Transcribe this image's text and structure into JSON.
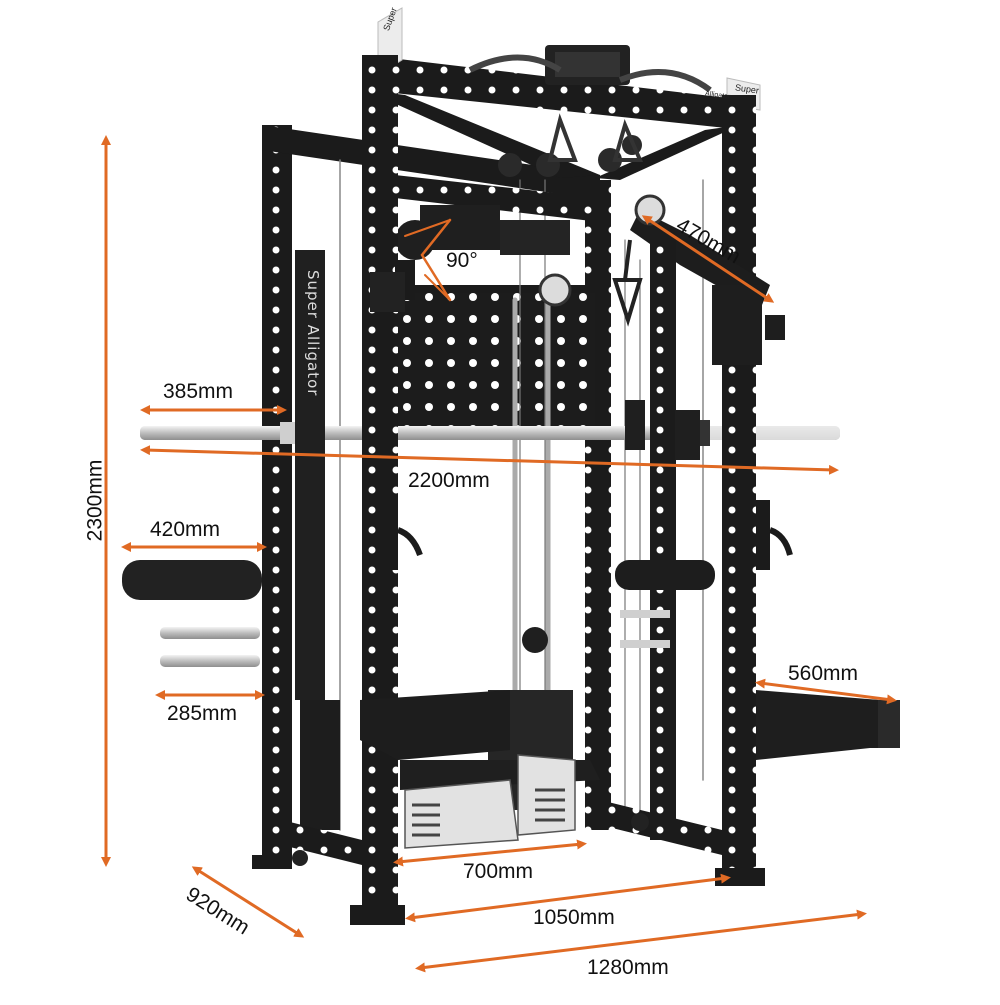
{
  "dimensions": {
    "height": "2300mm",
    "bar_left": "385mm",
    "bar_width": "2200mm",
    "sleeve": "420mm",
    "peg": "285mm",
    "arm_length": "470mm",
    "angle": "90°",
    "safety_arm": "560mm",
    "base_inner": "700mm",
    "front_width": "1050mm",
    "total_width": "1280mm",
    "depth": "920mm"
  },
  "branding": {
    "logo_a": "Super",
    "logo_b": "Alligator",
    "upright_text": "Super Alligator"
  },
  "colors": {
    "accent": "#E06A24",
    "frame": "#1b1b1b",
    "chrome": "#c8c8c8",
    "plate": "#d9d9d9",
    "text": "#111111"
  }
}
